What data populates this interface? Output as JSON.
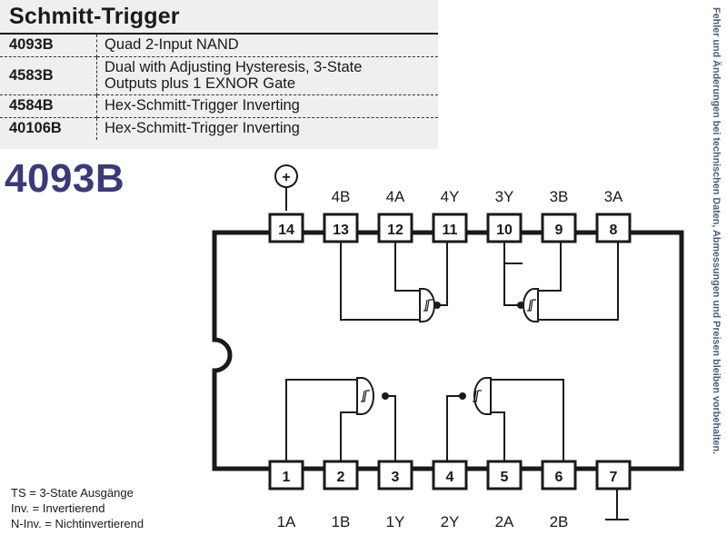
{
  "header": {
    "title": "Schmitt-Trigger"
  },
  "ic_table": [
    {
      "part": "4093B",
      "description_lines": [
        "Quad 2-Input NAND"
      ]
    },
    {
      "part": "4583B",
      "description_lines": [
        "Dual with Adjusting Hysteresis, 3-State",
        "Outputs plus 1 EXNOR Gate"
      ]
    },
    {
      "part": "4584B",
      "description_lines": [
        "Hex-Schmitt-Trigger Inverting"
      ]
    },
    {
      "part": "40106B",
      "description_lines": [
        "Hex-Schmitt-Trigger Inverting"
      ]
    }
  ],
  "chip": {
    "name": "4093B",
    "top_pins": [
      {
        "number": "14",
        "label": ""
      },
      {
        "number": "13",
        "label": "4B"
      },
      {
        "number": "12",
        "label": "4A"
      },
      {
        "number": "11",
        "label": "4Y"
      },
      {
        "number": "10",
        "label": "3Y"
      },
      {
        "number": "9",
        "label": "3B"
      },
      {
        "number": "8",
        "label": "3A"
      }
    ],
    "bottom_pins": [
      {
        "number": "1",
        "label": "1A"
      },
      {
        "number": "2",
        "label": "1B"
      },
      {
        "number": "3",
        "label": "1Y"
      },
      {
        "number": "4",
        "label": "2Y"
      },
      {
        "number": "5",
        "label": "2A"
      },
      {
        "number": "6",
        "label": "2B"
      },
      {
        "number": "7",
        "label": ""
      }
    ],
    "power_symbol": "+",
    "ground_symbol": "ground-icon"
  },
  "legend": [
    {
      "term": "TS",
      "meaning": "3-State Ausgänge"
    },
    {
      "term": "Inv.",
      "meaning": "Invertierend"
    },
    {
      "term": "N-Inv.",
      "meaning": "Nichtinvertierend"
    }
  ],
  "side_note": "Fehler und Änderungen bei technischen Daten, Abmessungen und Preisen bleiben vorbehalten.",
  "colors": {
    "title_accent": "#3a3a7a",
    "side_note": "#4a5a80",
    "header_background": "#efefef",
    "line": "#1a1a1a"
  }
}
